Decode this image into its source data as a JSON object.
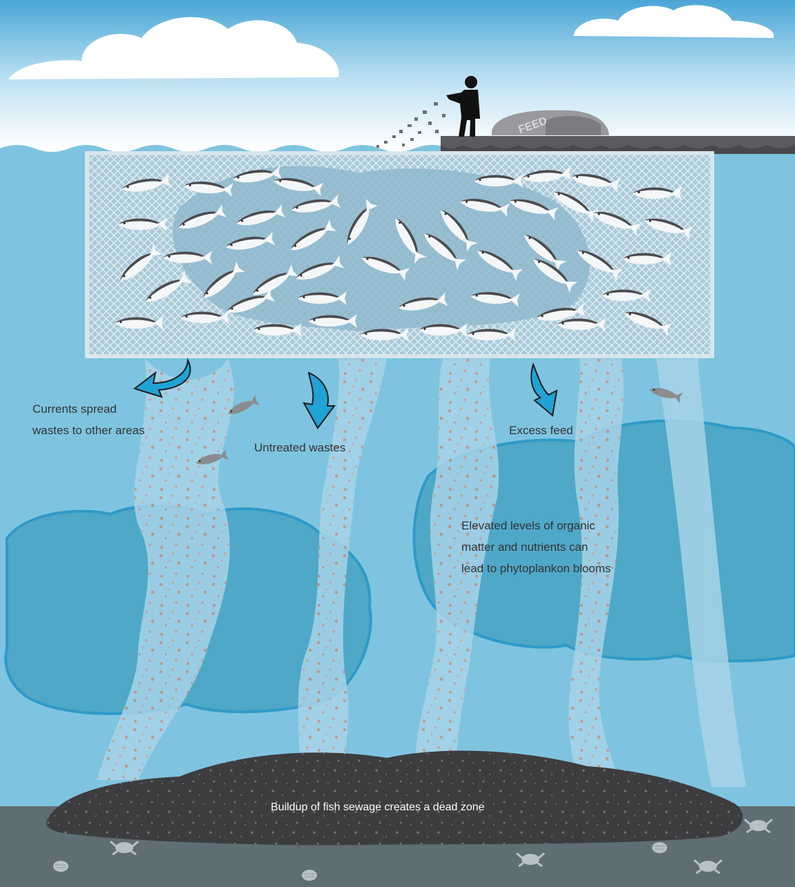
{
  "bag": {
    "text": "FEED"
  },
  "labels": {
    "currents": [
      "Currents spread",
      "wastes to other areas"
    ],
    "untreated": "Untreated wastes",
    "excess": "Excess feed",
    "elevated": [
      "Elevated levels of organic",
      "matter and nutrients can",
      "lead to phytoplankon blooms"
    ],
    "deadzone": "Buildup of fish sewage creates a dead zone"
  },
  "colors": {
    "sky": "#d8eef8",
    "water": "#7ec4e0",
    "net": "#b9d3df",
    "bloom": "#4fa8c8",
    "sediment": "#3d3d3f",
    "seafloor": "#5f6e73",
    "arrow": "#1fa3d4",
    "waste_dots": "#c9978a"
  }
}
